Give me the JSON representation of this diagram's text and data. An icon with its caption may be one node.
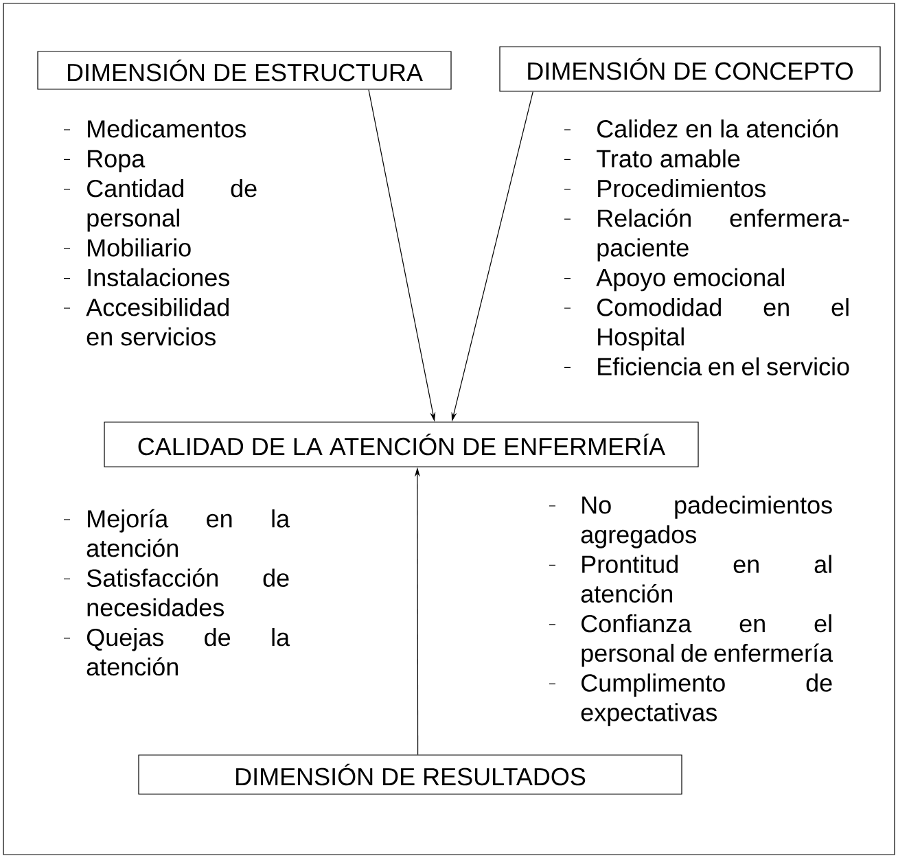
{
  "diagram": {
    "nodes": [
      {
        "text": [
          "DIMENSIÓN DE ESTRUCTURA"
        ]
      },
      {
        "text": [
          "DIMENSIÓN DE CONCEPTO"
        ]
      },
      {
        "text": [
          "CALIDAD DE LA ATENCIÓN DE ENFERMERÍA"
        ]
      },
      {
        "text": [
          "DIMENSIÓN DE RESULTADOS"
        ]
      }
    ],
    "edges": [
      {
        "from": 0,
        "to": 2,
        "arrow": "to"
      },
      {
        "from": 1,
        "to": 2,
        "arrow": "to"
      },
      {
        "from": 3,
        "to": 2,
        "arrow": "to"
      }
    ],
    "labels": [
      "Medicamentos",
      "Ropa",
      "Cantidad de personal",
      "Mobiliario",
      "Instalaciones",
      "Accesibilidad en servicios",
      "Calidez en la atención",
      "Trato amable",
      "Procedimientos",
      "Relación enfermera-paciente",
      "Apoyo emocional",
      "Comodidad en el Hospital",
      "Eficiencia en el servicio",
      "Mejoría en la atención",
      "Satisfacción de necesidades",
      "Quejas de la atención",
      "No padecimientos agregados",
      "Prontitud en al atención",
      "Confianza en el personal de enfermería",
      "Cumplimento de expectativas"
    ]
  }
}
